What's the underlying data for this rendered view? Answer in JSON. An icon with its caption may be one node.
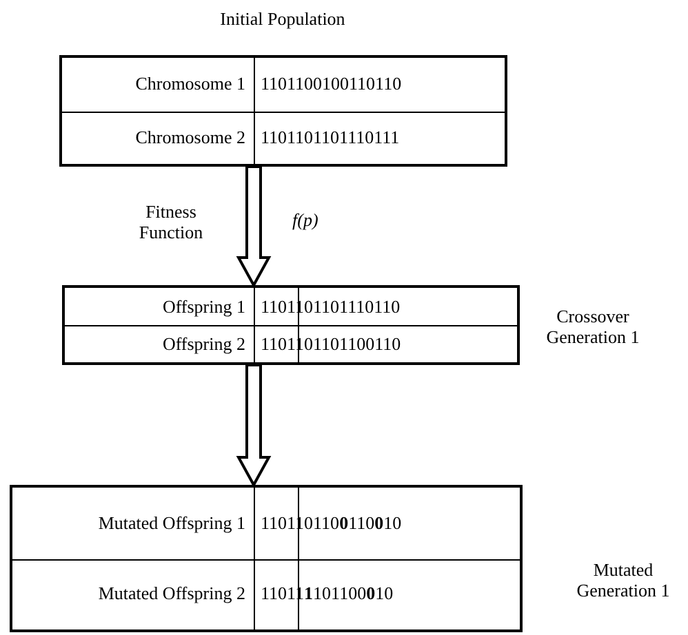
{
  "diagram": {
    "nodes": [
      {
        "text": [
          "Chromosome 1",
          "1101100100110110",
          "Chromosome 2",
          "1101101101110111"
        ],
        "beside": [
          "Initial Population"
        ]
      },
      {
        "text": [
          "Offspring 1",
          "1101101101110110",
          "Offspring 2",
          "1101101101100110"
        ],
        "beside": [
          "Crossover Generation 1"
        ]
      },
      {
        "text": [
          "Mutated Offspring 1",
          "110110110**0**110**0**10",
          "Mutated Offspring 2",
          "11011**1**101100**0**10"
        ],
        "beside": [
          "Mutated Generation 1"
        ]
      }
    ],
    "edges": [
      {
        "from": 0,
        "to": 1,
        "arrow": "to",
        "label": "Fitness Function"
      },
      {
        "from": 1,
        "to": 2,
        "arrow": "to"
      }
    ],
    "labels": [
      "f(p)"
    ]
  }
}
